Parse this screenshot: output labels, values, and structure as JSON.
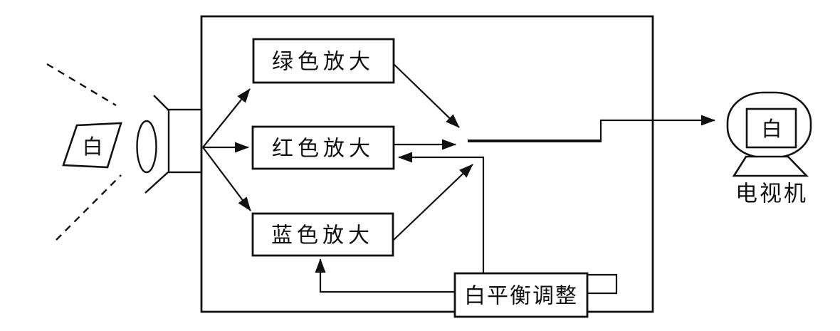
{
  "scene": {
    "white_card_label": "白"
  },
  "processor": {
    "amplifiers": [
      {
        "id": "green",
        "label": "绿色放大"
      },
      {
        "id": "red",
        "label": "红色放大"
      },
      {
        "id": "blue",
        "label": "蓝色放大"
      }
    ],
    "white_balance_label": "白平衡调整"
  },
  "tv": {
    "screen_label": "白",
    "caption": "电视机"
  },
  "colors": {
    "line": "#111111",
    "background": "#ffffff"
  }
}
